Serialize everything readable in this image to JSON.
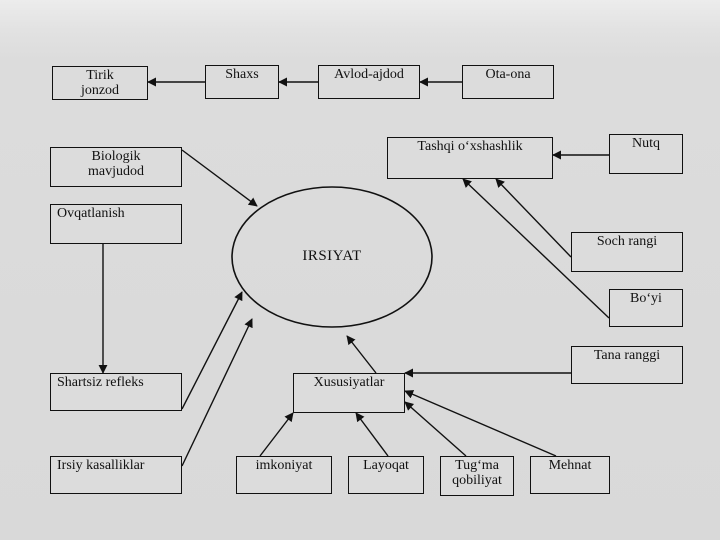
{
  "diagram": {
    "center": "IRSIYAT",
    "nodes": {
      "tirik_jonzod": [
        "Tirik",
        "jonzod"
      ],
      "shaxs": [
        "Shaxs"
      ],
      "avlod_ajdod": [
        "Avlod-ajdod"
      ],
      "ota_ona": [
        "Ota-ona"
      ],
      "biologik_mavjudod": [
        "Biologik",
        "mavjudod"
      ],
      "ovqatlanish": [
        "Ovqatlanish"
      ],
      "shartsiz_refleks": [
        "Shartsiz refleks"
      ],
      "irsiy_kasalliklar": [
        "Irsiy kasalliklar"
      ],
      "tashqi_oxshashlik": [
        "Tashqi o‘xshashlik"
      ],
      "nutq": [
        "Nutq"
      ],
      "soch_rangi": [
        "Soch rangi"
      ],
      "boyi": [
        "Bo‘yi"
      ],
      "tana_ranggi": [
        "Tana ranggi"
      ],
      "xususiyatlar": [
        "Xususiyatlar"
      ],
      "imkoniyat": [
        "imkoniyat"
      ],
      "layoqat": [
        "Layoqat"
      ],
      "tugma_qobiliyat": [
        "Tug‘ma",
        "qobiliyat"
      ],
      "mehnat": [
        "Mehnat"
      ]
    }
  }
}
